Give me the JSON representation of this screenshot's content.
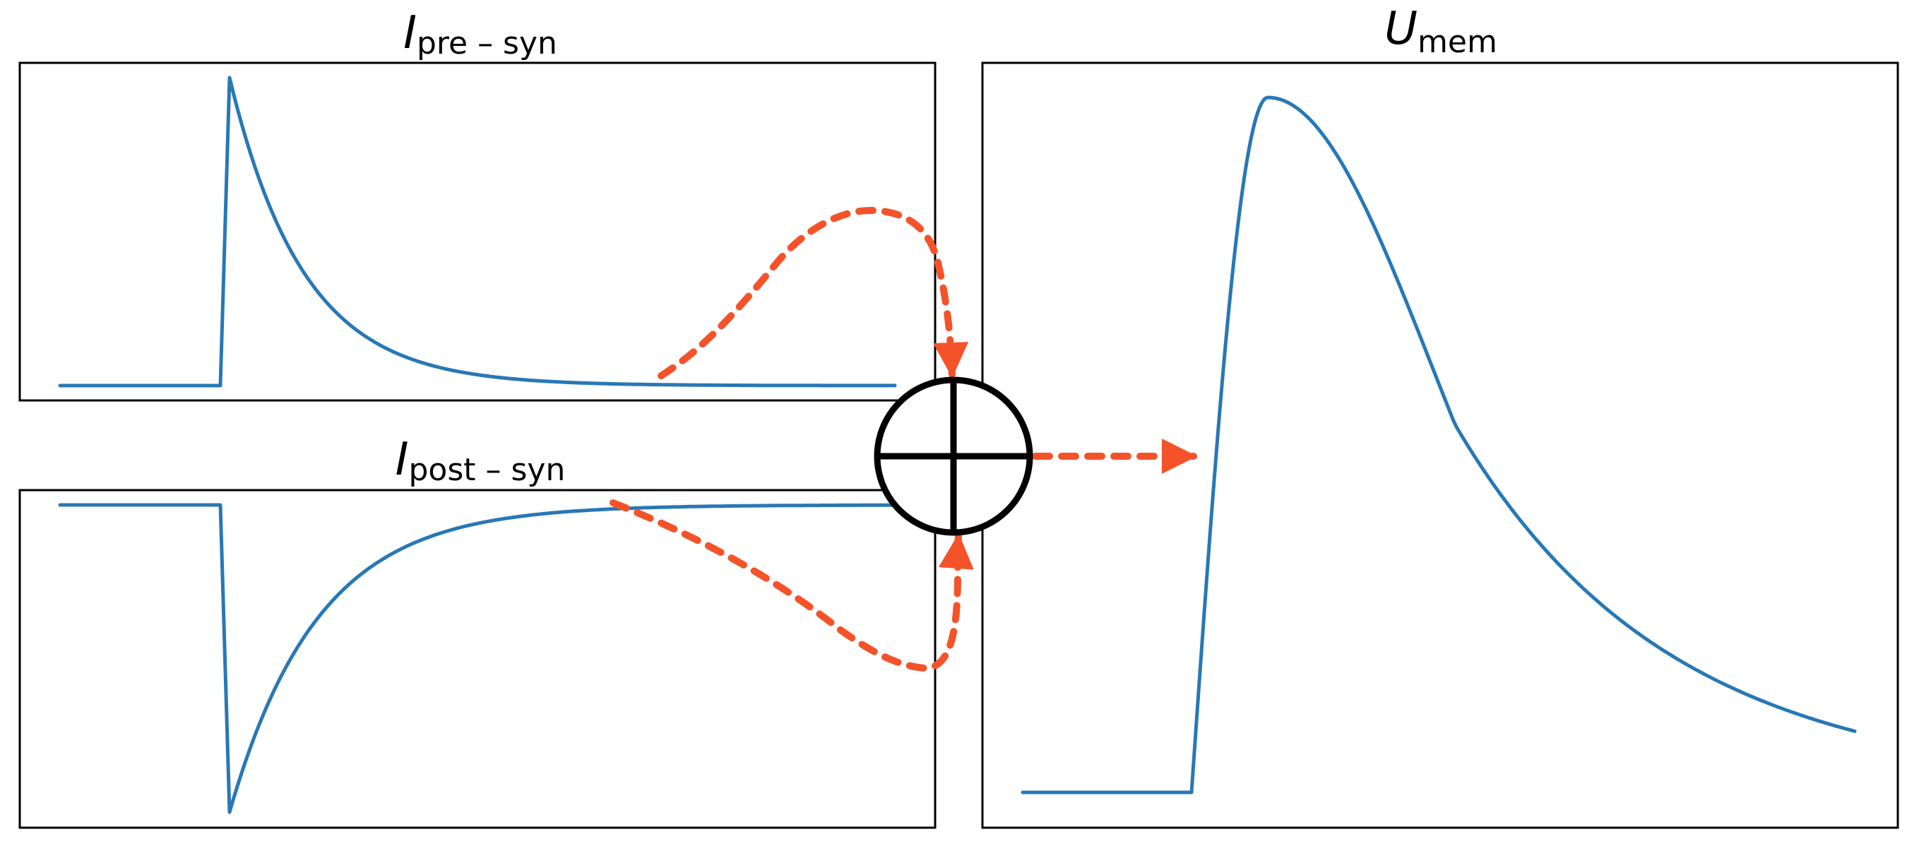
{
  "panels": {
    "pre_syn": {
      "title_main": "I",
      "title_sub": "pre – syn"
    },
    "post_syn": {
      "title_main": "I",
      "title_sub": "post – syn"
    },
    "membrane": {
      "title_main": "U",
      "title_sub": "mem"
    }
  },
  "colors": {
    "signal": "#2878b5",
    "flow_arrow": "#f4532a"
  },
  "icons": {
    "summation": "circled-plus-icon"
  }
}
